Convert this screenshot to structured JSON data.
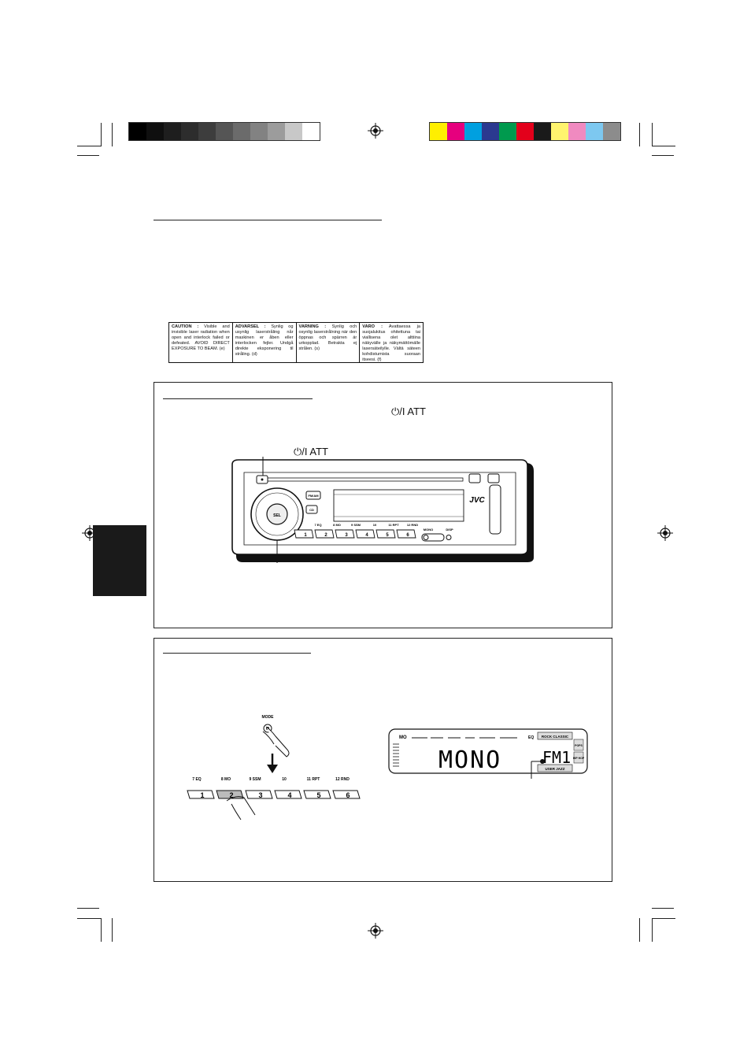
{
  "colour_bar_left": [
    "#000000",
    "#0f0f0f",
    "#1e1e1e",
    "#2d2d2d",
    "#3d3d3d",
    "#555555",
    "#6b6b6b",
    "#828282",
    "#9c9c9c",
    "#c8c8c8",
    "#ffffff"
  ],
  "colour_bar_right": [
    "#ffef00",
    "#e6007e",
    "#00a0e0",
    "#2b3990",
    "#009a4e",
    "#e3001b",
    "#1a1a1a",
    "#fff46e",
    "#f08ac0",
    "#7dc8f0",
    "#8c8c8c"
  ],
  "caution_label": {
    "en": {
      "head": "CAUTION :",
      "text": "Visible and invisible laser radiation when open and interlock failed or defeated. AVOID DIRECT EXPOSURE TO BEAM.",
      "code": "(e)"
    },
    "da": {
      "head": "ADVARSEL :",
      "text": "Synlig og usynlig laserstråling når maskinen er åben eller interlocken fejler. Undgå direkte eksponering til stråling.",
      "code": "(d)"
    },
    "sv": {
      "head": "VARNING :",
      "text": "Synlig och osynlig laserstrålning när den öppnas och spärren är urkopplad. Betrakta ej strålen.",
      "code": "(s)"
    },
    "fi": {
      "head": "VARO :",
      "text": "Avattaessa ja suojalukitus ohitettuna tai viallisena olet alttiina näkyvälle ja näkymättömälle lasersäteilylle. Vältä säteen kohdistumista suoraan itseesi.",
      "code": "(f)"
    }
  },
  "power_att_top": "⏻/I ATT",
  "power_att_callout": "⏻/I ATT",
  "faceplate": {
    "brand": "JVC",
    "sel_label": "SEL",
    "fm_am_label": "FM/AM",
    "cd_label": "CD",
    "presets": [
      "1",
      "2",
      "3",
      "4",
      "5",
      "6"
    ],
    "preset_sub": [
      "7 EQ",
      "8 MO",
      "9 SSM",
      "10",
      "11 RPT",
      "12 RND"
    ],
    "mono_label": "MONO",
    "disp_label": "DISP"
  },
  "mode_label": "MODE",
  "keypad": {
    "sub": [
      "7 EQ",
      "8 MO",
      "9 SSM",
      "10",
      "11 RPT",
      "12 RND"
    ],
    "keys": [
      "1",
      "2",
      "3",
      "4",
      "5",
      "6"
    ]
  },
  "display": {
    "mo": "MO",
    "main": "MONO",
    "band": "FM1",
    "eq_top": "ROCK CLASSIC",
    "eq_bottom": "USER JAZZ",
    "pops": "POPS",
    "hiphop": "HIP HOP",
    "eq_flag": "EQ"
  }
}
